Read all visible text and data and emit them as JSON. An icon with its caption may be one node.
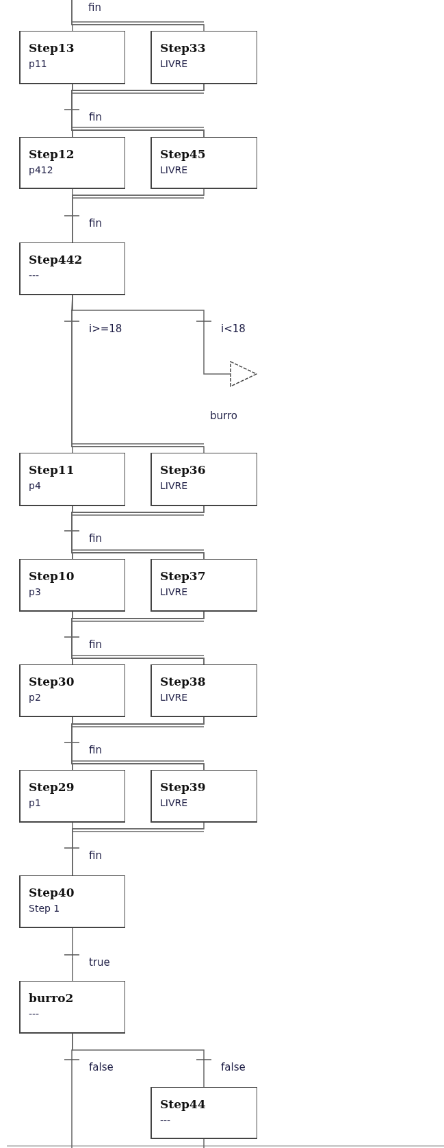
{
  "diagram": {
    "nodes": [
      {
        "text": [
          "Step13",
          "p11"
        ]
      },
      {
        "text": [
          "Step33",
          "LIVRE"
        ]
      },
      {
        "text": [
          "Step12",
          "p412"
        ]
      },
      {
        "text": [
          "Step45",
          "LIVRE"
        ]
      },
      {
        "text": [
          "Step442",
          "---"
        ]
      },
      {
        "text": [],
        "shape": "triangle",
        "beside": [
          "burro"
        ]
      },
      {
        "text": [
          "Step11",
          "p4"
        ]
      },
      {
        "text": [
          "Step36",
          "LIVRE"
        ]
      },
      {
        "text": [
          "Step10",
          "p3"
        ]
      },
      {
        "text": [
          "Step37",
          "LIVRE"
        ]
      },
      {
        "text": [
          "Step30",
          "p2"
        ]
      },
      {
        "text": [
          "Step38",
          "LIVRE"
        ]
      },
      {
        "text": [
          "Step29",
          "p1"
        ]
      },
      {
        "text": [
          "Step39",
          "LIVRE"
        ]
      },
      {
        "text": [
          "Step40",
          "Step 1"
        ]
      },
      {
        "text": [
          "burro2",
          "---"
        ]
      },
      {
        "text": [
          "Step44",
          "---"
        ]
      }
    ],
    "edges": [
      {
        "from": null,
        "to": 0,
        "arrow": "none",
        "label": "fin"
      },
      {
        "from": null,
        "to": 1,
        "arrow": "none"
      },
      {
        "from": 0,
        "to": 2,
        "arrow": "none",
        "label": "fin"
      },
      {
        "from": 0,
        "to": 3,
        "arrow": "none"
      },
      {
        "from": 1,
        "to": 2,
        "arrow": "none"
      },
      {
        "from": 1,
        "to": 3,
        "arrow": "none"
      },
      {
        "from": 2,
        "to": 4,
        "arrow": "none",
        "label": "fin"
      },
      {
        "from": 3,
        "to": 4,
        "arrow": "none"
      },
      {
        "from": 4,
        "to": 6,
        "arrow": "none",
        "label": "i>=18"
      },
      {
        "from": 4,
        "to": 7,
        "arrow": "none"
      },
      {
        "from": 4,
        "to": 5,
        "arrow": "none",
        "label": "i<18"
      },
      {
        "from": 6,
        "to": 8,
        "arrow": "none",
        "label": "fin"
      },
      {
        "from": 6,
        "to": 9,
        "arrow": "none"
      },
      {
        "from": 7,
        "to": 8,
        "arrow": "none"
      },
      {
        "from": 7,
        "to": 9,
        "arrow": "none"
      },
      {
        "from": 8,
        "to": 10,
        "arrow": "none",
        "label": "fin"
      },
      {
        "from": 8,
        "to": 11,
        "arrow": "none"
      },
      {
        "from": 9,
        "to": 10,
        "arrow": "none"
      },
      {
        "from": 9,
        "to": 11,
        "arrow": "none"
      },
      {
        "from": 10,
        "to": 12,
        "arrow": "none",
        "label": "fin"
      },
      {
        "from": 10,
        "to": 13,
        "arrow": "none"
      },
      {
        "from": 11,
        "to": 12,
        "arrow": "none"
      },
      {
        "from": 11,
        "to": 13,
        "arrow": "none"
      },
      {
        "from": 12,
        "to": 14,
        "arrow": "none",
        "label": "fin"
      },
      {
        "from": 13,
        "to": 14,
        "arrow": "none"
      },
      {
        "from": 14,
        "to": 15,
        "arrow": "none",
        "label": "true"
      },
      {
        "from": 15,
        "to": null,
        "arrow": "none",
        "label": "false"
      },
      {
        "from": 15,
        "to": 16,
        "arrow": "none",
        "label": "false"
      },
      {
        "from": 16,
        "to": null,
        "arrow": "none"
      }
    ]
  }
}
